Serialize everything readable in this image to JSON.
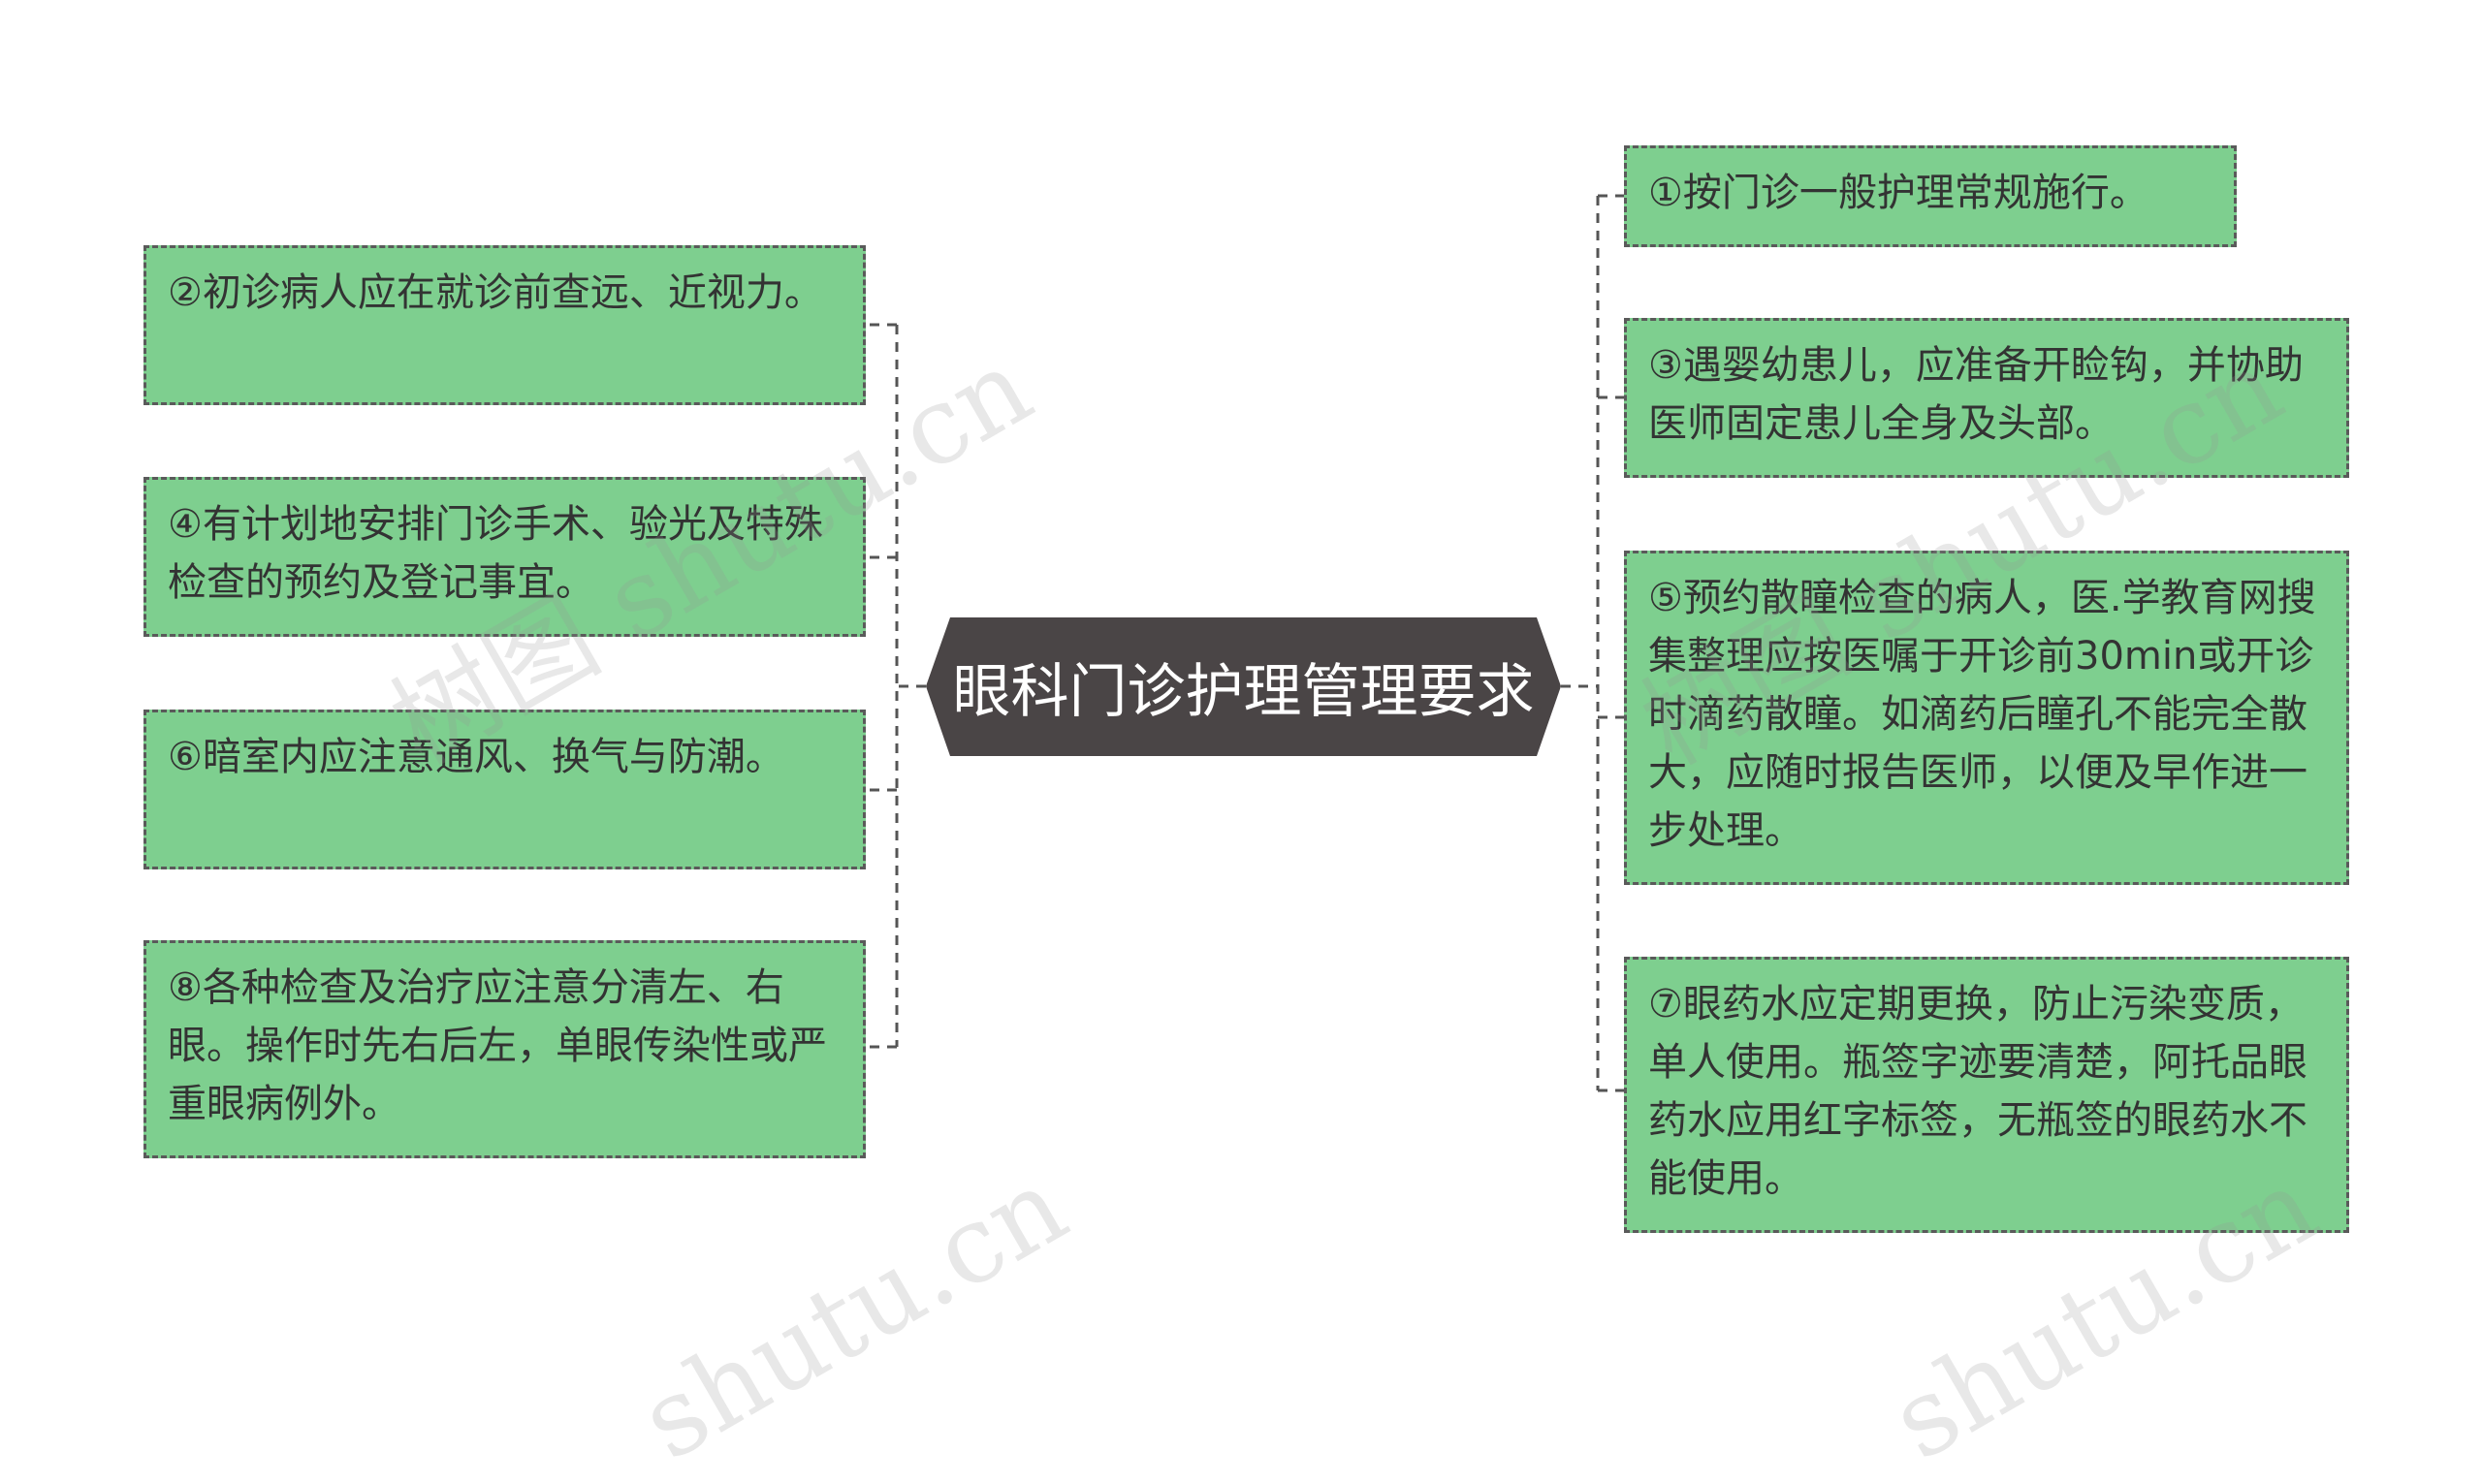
{
  "center": {
    "label": "眼科门诊护理管理要求",
    "fill": "#4a4546"
  },
  "nodes": {
    "n1": "①按门诊一般护理常规施行。",
    "n2": "②初诊病人应在就诊前查远、近视力。",
    "n3": "③遇婴幼患儿，应准备开睑钩，并协助医师固定患儿全身及头部。",
    "n4": "④有计划地安排门诊手术、验光及特殊检查的预约及登记事宜。",
    "n5": "⑤预约散瞳检查的病人，医.学教育网搜集整理应按医嘱于开诊前30min或开诊时滴药散瞳。如滴药后瞳孔不能完全散大，应随时报告医师，以便及早作进一步处理。",
    "n6": "⑥暗室内应注意通风、换气与防潮。",
    "n7": "⑦眼药水应定期更换，防止污染变质，单人使用。瓶签字迹要清楚，阿托品眼药水应用红字标签，无瓶签的眼药水不能使用。",
    "n8": "⑧各种检查及治疗应注意分清左、右眼。操作时先右后左，单眼传染性或严重眼病例外。"
  },
  "colors": {
    "node_fill": "#7ecf8f",
    "node_border": "#5a5a5a",
    "connector": "#555555"
  },
  "watermarks": [
    "树图 shutu.cn",
    "树图 shutu.cn",
    "shutu.cn",
    "shutu.cn"
  ]
}
